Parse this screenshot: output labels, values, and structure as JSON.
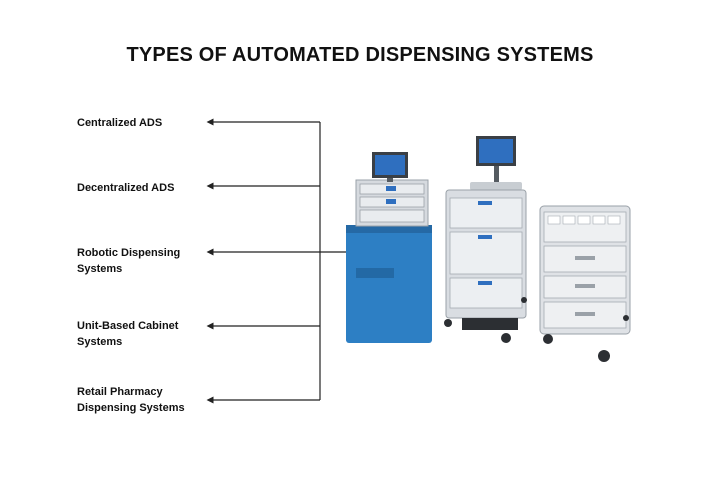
{
  "title": "TYPES OF AUTOMATED DISPENSING SYSTEMS",
  "items": [
    {
      "label": "Centralized ADS"
    },
    {
      "label": "Decentralized ADS"
    },
    {
      "label": "Robotic Dispensing Systems"
    },
    {
      "label": "Unit-Based Cabinet Systems"
    },
    {
      "label": "Retail Pharmacy Dispensing Systems"
    }
  ],
  "colors": {
    "line": "#222222",
    "cabinet_blue": "#2d7fc4",
    "cabinet_body": "#d9dde2",
    "screen": "#2f6fbf"
  }
}
